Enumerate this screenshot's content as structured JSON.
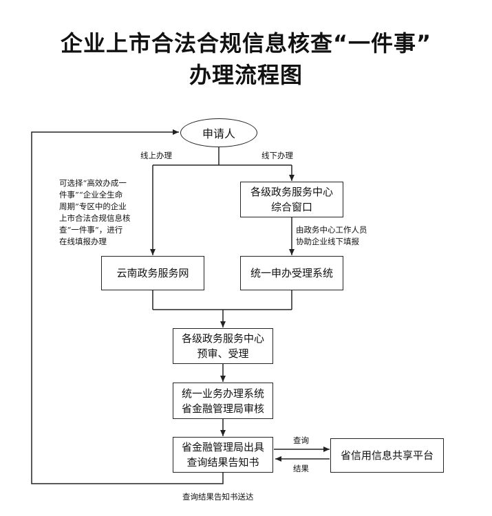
{
  "title": {
    "line1": "企业上市合法合规信息核查“一件事”",
    "line2": "办理流程图"
  },
  "nodes": {
    "applicant": "申请人",
    "yunnan_portal": "云南政务服务网",
    "service_center_window": [
      "各级政务服务中心",
      "综合窗口"
    ],
    "unified_intake": "统一申办受理系统",
    "pre_review": [
      "各级政务服务中心",
      "预审、受理"
    ],
    "business_system": [
      "统一业务办理系统",
      "省金融管理局审核"
    ],
    "issue_notice": [
      "省金融管理局出具",
      "查询结果告知书"
    ],
    "credit_platform": "省信用信息共享平台"
  },
  "labels": {
    "online": "线上办理",
    "offline": "线下办理",
    "online_note": [
      "可选择“高效办成一",
      "件事”“企业全生命",
      "周期”专区中的企业",
      "上市合法合规信息核",
      "查“一件事”，进行",
      "在线填报办理"
    ],
    "offline_note": [
      "由政务中心工作人员",
      "协助企业线下填报"
    ],
    "query": "查询",
    "result": "结果",
    "delivery": "查询结果告知书送达"
  }
}
